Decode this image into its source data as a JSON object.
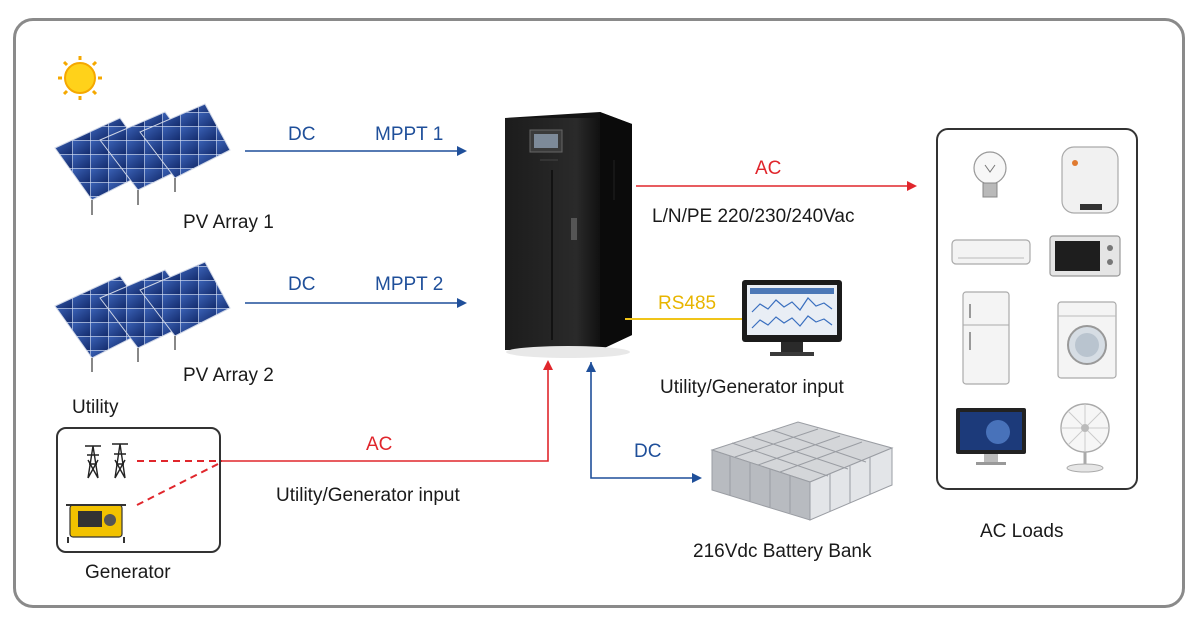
{
  "pv1": {
    "label": "PV Array 1",
    "dc": "DC",
    "mppt": "MPPT 1"
  },
  "pv2": {
    "label": "PV Array 2",
    "dc": "DC",
    "mppt": "MPPT 2"
  },
  "utility": {
    "title": "Utility",
    "generator": "Generator",
    "ac": "AC",
    "input_label": "Utility/Generator input"
  },
  "output": {
    "ac": "AC",
    "spec": "L/N/PE 220/230/240Vac"
  },
  "monitor": {
    "rs485": "RS485",
    "label": "Utility/Generator input"
  },
  "battery": {
    "dc": "DC",
    "label": "216Vdc Battery Bank"
  },
  "loads": {
    "label": "AC Loads"
  },
  "colors": {
    "dc_line": "#1f4f9a",
    "ac_line": "#e0262c",
    "rs485_line": "#f0c419",
    "frame": "#8a8a8a"
  }
}
